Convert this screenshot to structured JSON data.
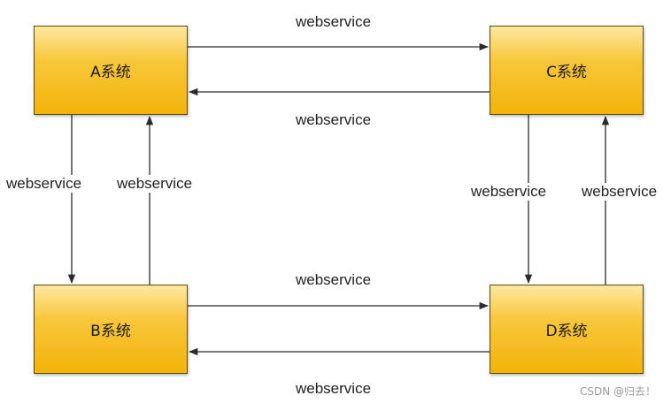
{
  "systems": {
    "a": "A系统",
    "b": "B系统",
    "c": "C系统",
    "d": "D系统"
  },
  "connections": {
    "a_to_c": "webservice",
    "c_to_a": "webservice",
    "b_to_d": "webservice",
    "d_to_b": "webservice",
    "a_to_b": "webservice",
    "b_to_a": "webservice",
    "c_to_d": "webservice",
    "d_to_c": "webservice"
  },
  "watermark": "CSDN @归去！",
  "colors": {
    "box_fill_top": "#fde8a2",
    "box_fill_bottom": "#f3b40a",
    "box_border": "#5a4a10",
    "arrow": "#2b2b2b"
  }
}
